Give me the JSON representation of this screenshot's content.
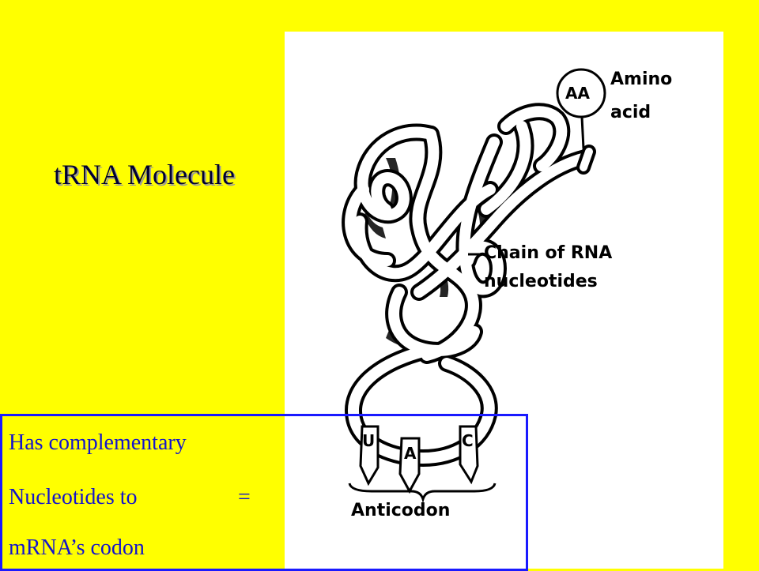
{
  "title": "tRNA Molecule",
  "diagram": {
    "aa_circle": "AA",
    "amino_label": [
      "Amino",
      "acid"
    ],
    "chain_label": [
      "Chain of RNA",
      "nucleotides"
    ],
    "bases": [
      "U",
      "A",
      "C"
    ],
    "anticodon_label": "Anticodon"
  },
  "note": {
    "lines": [
      "Has complementary",
      "Nucleotides to",
      "mRNA’s codon"
    ],
    "equals": "="
  },
  "colors": {
    "background": "#ffff00",
    "note_text": "#1414cc",
    "note_border": "#1a1aff"
  }
}
